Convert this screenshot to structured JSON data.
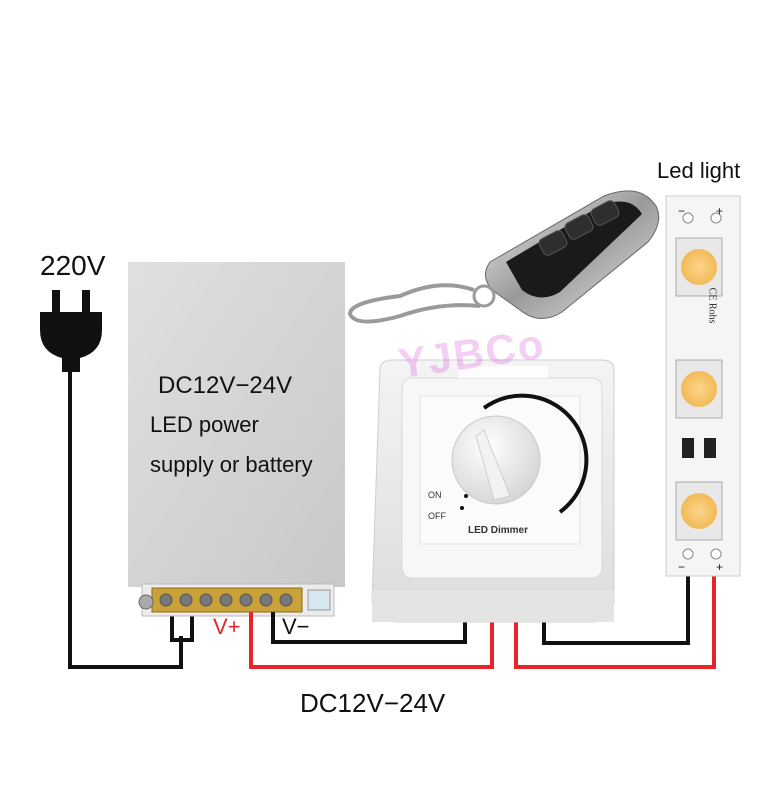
{
  "labels": {
    "mains_voltage": "220V",
    "led_light": "Led light",
    "psu_line1": "DC12V−24V",
    "psu_line2": "LED power",
    "psu_line3": "supply or battery",
    "v_plus": "V+",
    "v_minus": "V−",
    "output_voltage": "DC12V−24V",
    "dimmer_label": "LED Dimmer",
    "dimmer_on": "ON",
    "dimmer_off": "OFF",
    "watermark": "YJBCo",
    "strip_marking": "CE Rohs",
    "strip_minus_top": "−",
    "strip_plus_top": "+",
    "strip_minus_bottom": "−",
    "strip_plus_bottom": "+"
  },
  "colors": {
    "positive_wire": "#e8232a",
    "negative_wire": "#111111",
    "led_chip": "#f6c46a",
    "psu_body": "#d6d6d6",
    "terminal": "#c9a23a"
  }
}
